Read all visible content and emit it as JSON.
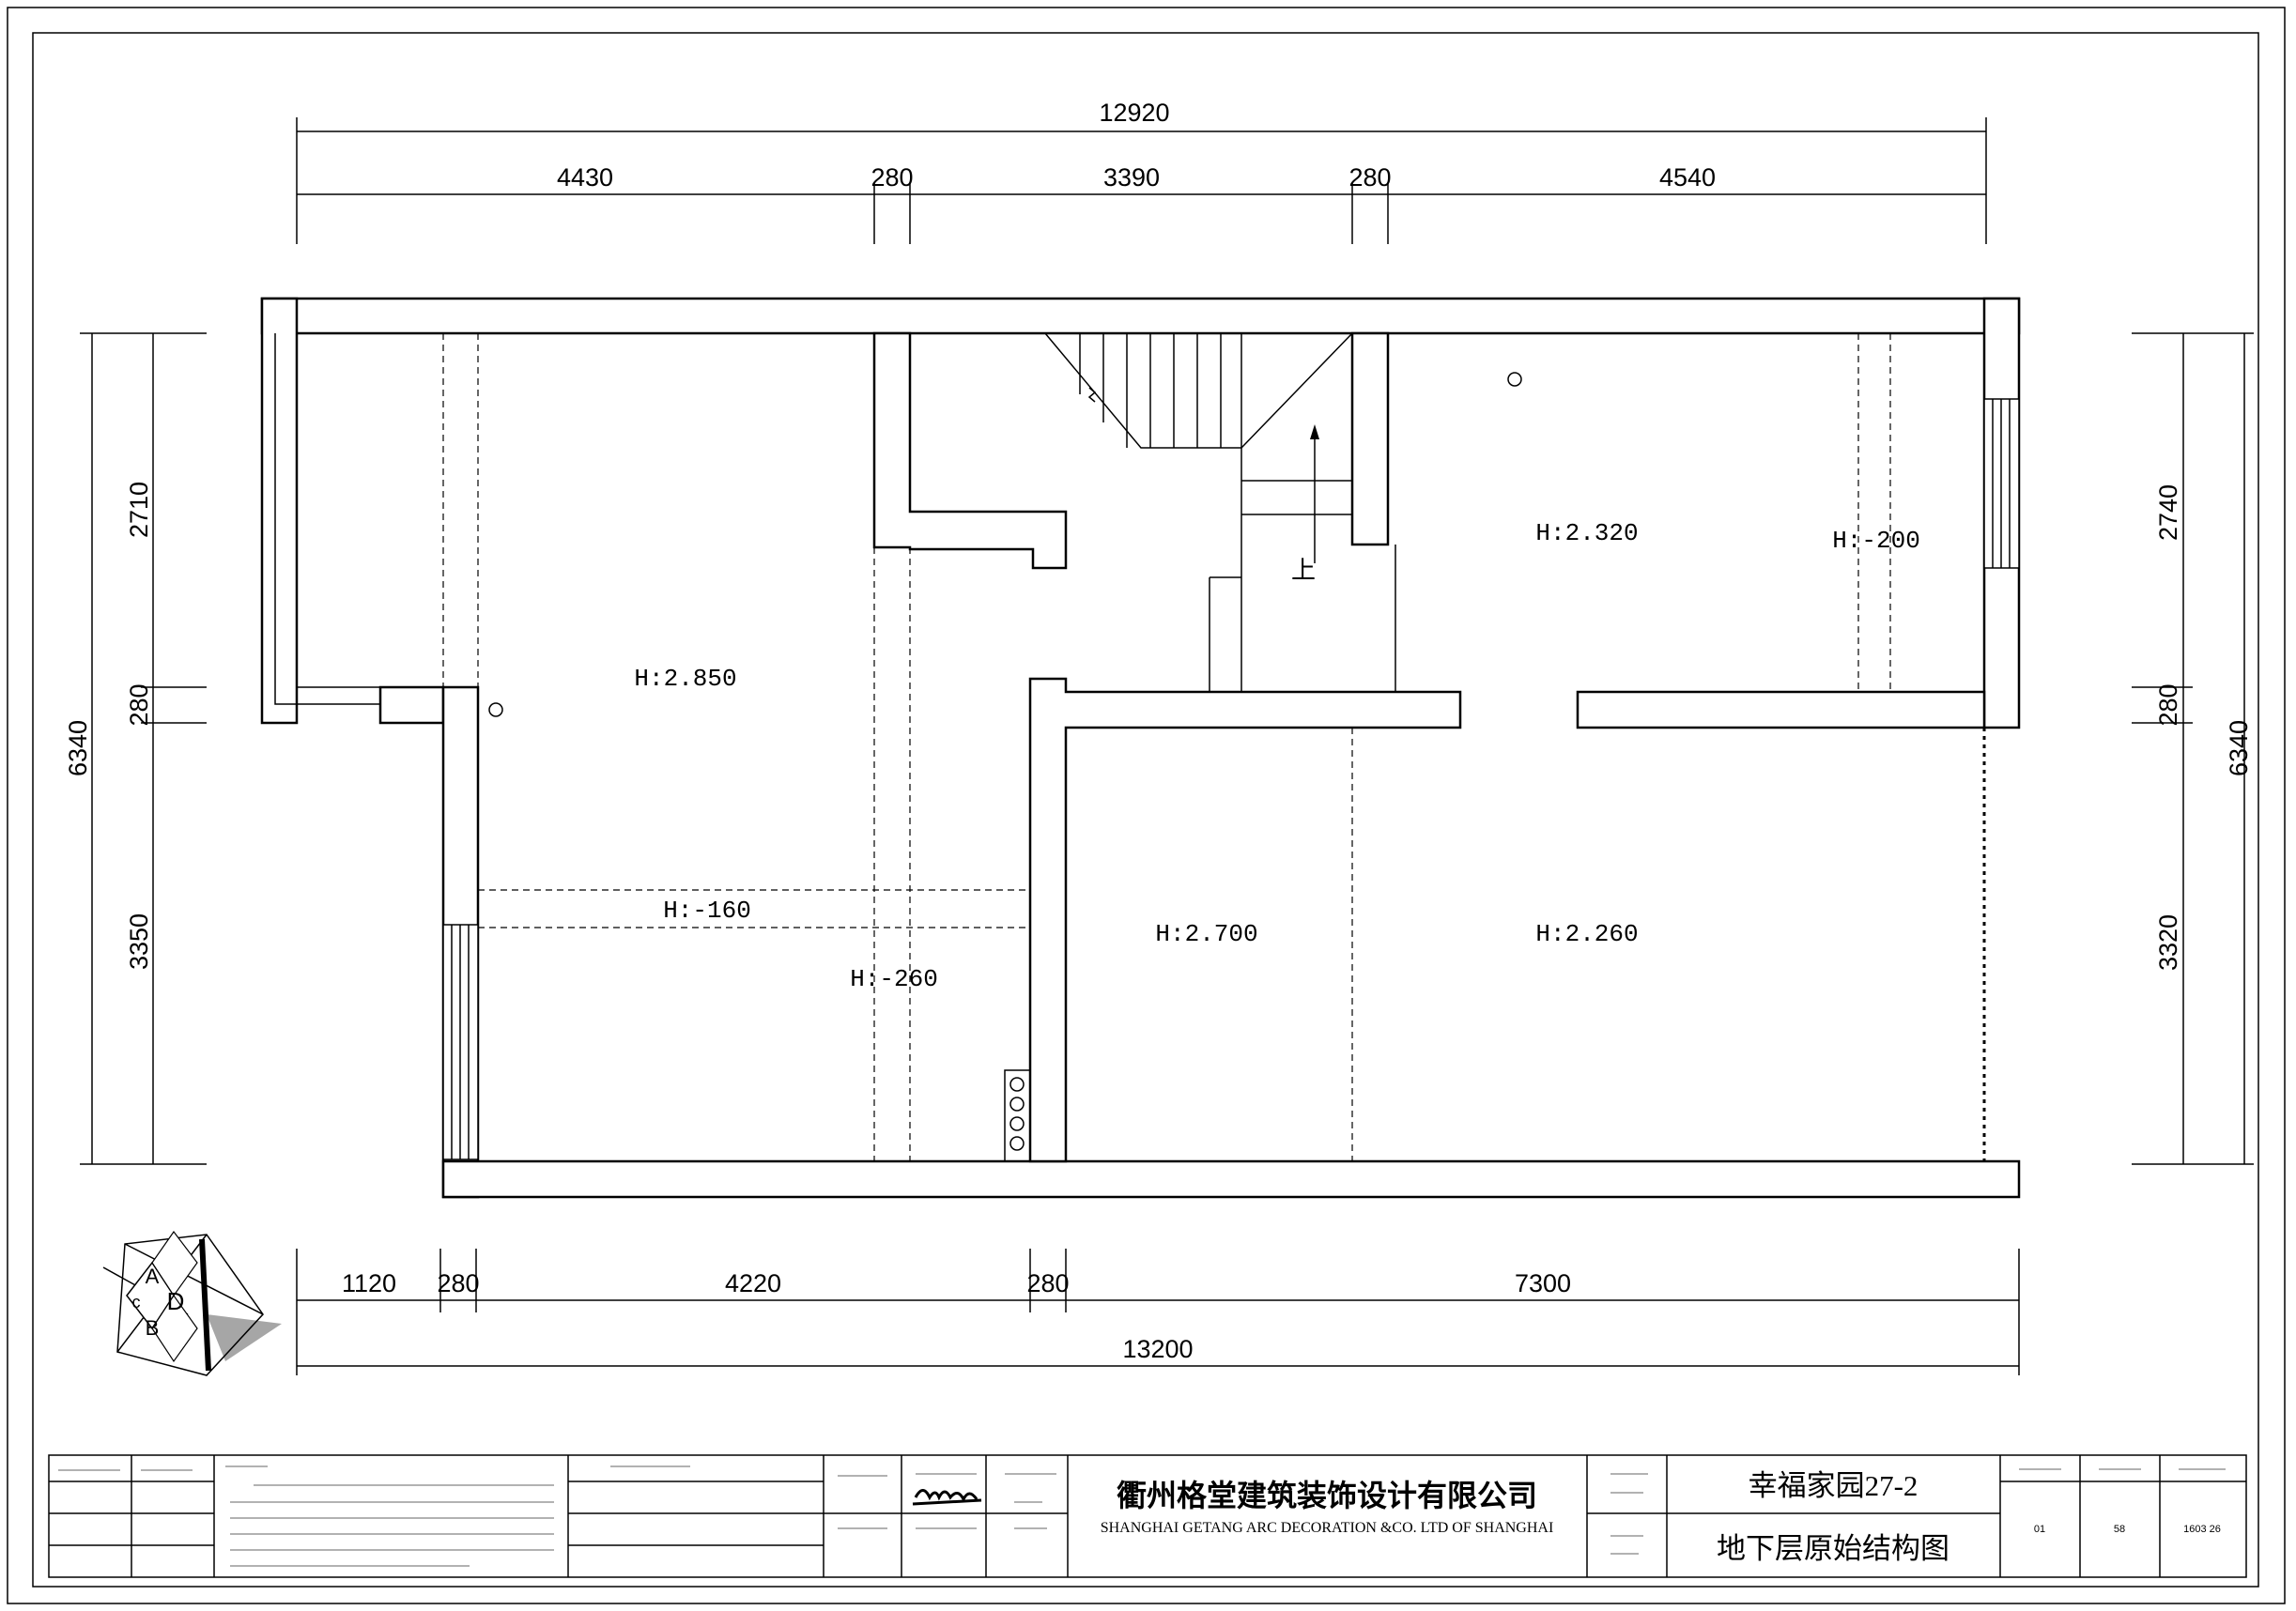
{
  "dimensions": {
    "top_total": "12920",
    "top": [
      "4430",
      "280",
      "3390",
      "280",
      "4540"
    ],
    "bottom": [
      "1120",
      "280",
      "4220",
      "280",
      "7300"
    ],
    "bottom_total": "13200",
    "left_total": "6340",
    "left": [
      "2710",
      "280",
      "3350"
    ],
    "right_total": "6340",
    "right": [
      "2740",
      "280",
      "3320"
    ]
  },
  "rooms": [
    {
      "label": "H:2.850"
    },
    {
      "label": "H:2.320"
    },
    {
      "label": "H:-200"
    },
    {
      "label": "H:-160"
    },
    {
      "label": "H:-260"
    },
    {
      "label": "H:2.700"
    },
    {
      "label": "H:2.260"
    }
  ],
  "stair_label": "上",
  "compass": {
    "a": "A",
    "b": "B",
    "c": "c",
    "d": "D"
  },
  "title_block": {
    "company_cn": "衢州格堂建筑装饰设计有限公司",
    "company_en": "SHANGHAI GETANG ARC DECORATION  &CO. LTD OF SHANGHAI",
    "project": "幸福家园27-2",
    "drawing_title": "地下层原始结构图",
    "drawing_no": "01",
    "sheet_no": "58",
    "design_no": "1603 26"
  }
}
